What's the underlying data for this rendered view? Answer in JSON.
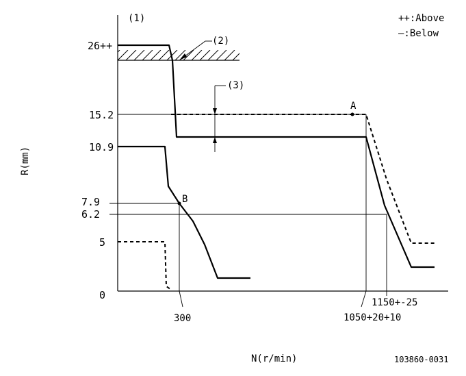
{
  "diagram": {
    "marker_1": "(1)",
    "marker_2": "(2)",
    "marker_3": "(3)",
    "point_a": "A",
    "point_b": "B",
    "legend": {
      "above": "++:Above",
      "below": "—:Below"
    },
    "y_axis": {
      "label": "R(mm)",
      "ticks": [
        "26++",
        "15.2",
        "10.9",
        "7.9",
        "6.2",
        "5",
        "0"
      ]
    },
    "x_axis": {
      "label": "N(r/min)",
      "ticks": [
        "300",
        "1150+-25",
        "1050+20+10"
      ]
    },
    "drawing_code": "103860-0031"
  }
}
